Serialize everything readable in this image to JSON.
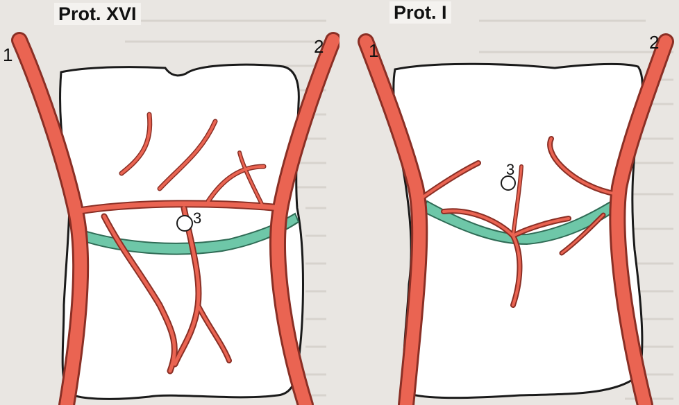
{
  "panels": [
    {
      "title": "Prot. XVI",
      "labels": {
        "vessel1": "1",
        "vessel2": "2",
        "vessel3": "3"
      }
    },
    {
      "title": "Prot. I",
      "labels": {
        "vessel1": "1",
        "vessel2": "2",
        "vessel3": "3"
      }
    }
  ],
  "colors": {
    "vessel_red": "#ea6452",
    "vessel_outline": "#8a2f25",
    "green_vessel": "#6ec7a8",
    "green_outline": "#2f6b55",
    "organ_fill": "#ffffff",
    "organ_outline": "#1a1a1a"
  }
}
